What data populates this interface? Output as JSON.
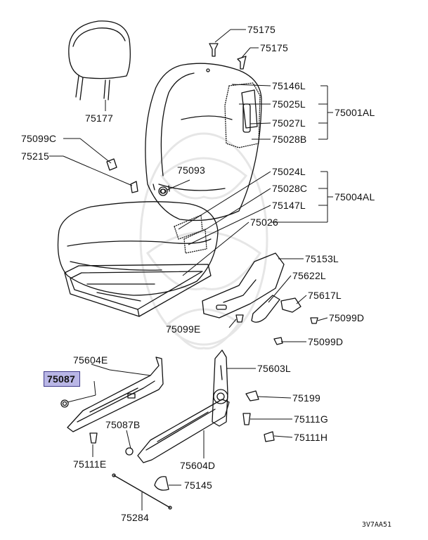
{
  "diagram": {
    "parts": {
      "p75175a": "75175",
      "p75175b": "75175",
      "p75146L": "75146L",
      "p75025L": "75025L",
      "p75001AL": "75001AL",
      "p75027L": "75027L",
      "p75028B": "75028B",
      "p75177": "75177",
      "p75099C": "75099C",
      "p75215": "75215",
      "p75093": "75093",
      "p75024L": "75024L",
      "p75028C": "75028C",
      "p75004AL": "75004AL",
      "p75147L": "75147L",
      "p75026": "75026",
      "p75153L": "75153L",
      "p75622L": "75622L",
      "p75617L": "75617L",
      "p75099D_a": "75099D",
      "p75099E": "75099E",
      "p75099D_b": "75099D",
      "p75604E": "75604E",
      "p75603L": "75603L",
      "p75087": "75087",
      "p75199": "75199",
      "p75111G": "75111G",
      "p75087B": "75087B",
      "p75111H": "75111H",
      "p75111E": "75111E",
      "p75604D": "75604D",
      "p75145": "75145",
      "p75284": "75284"
    },
    "highlight_color": "#b9b6e6",
    "figure_code": "3V7AA51"
  }
}
